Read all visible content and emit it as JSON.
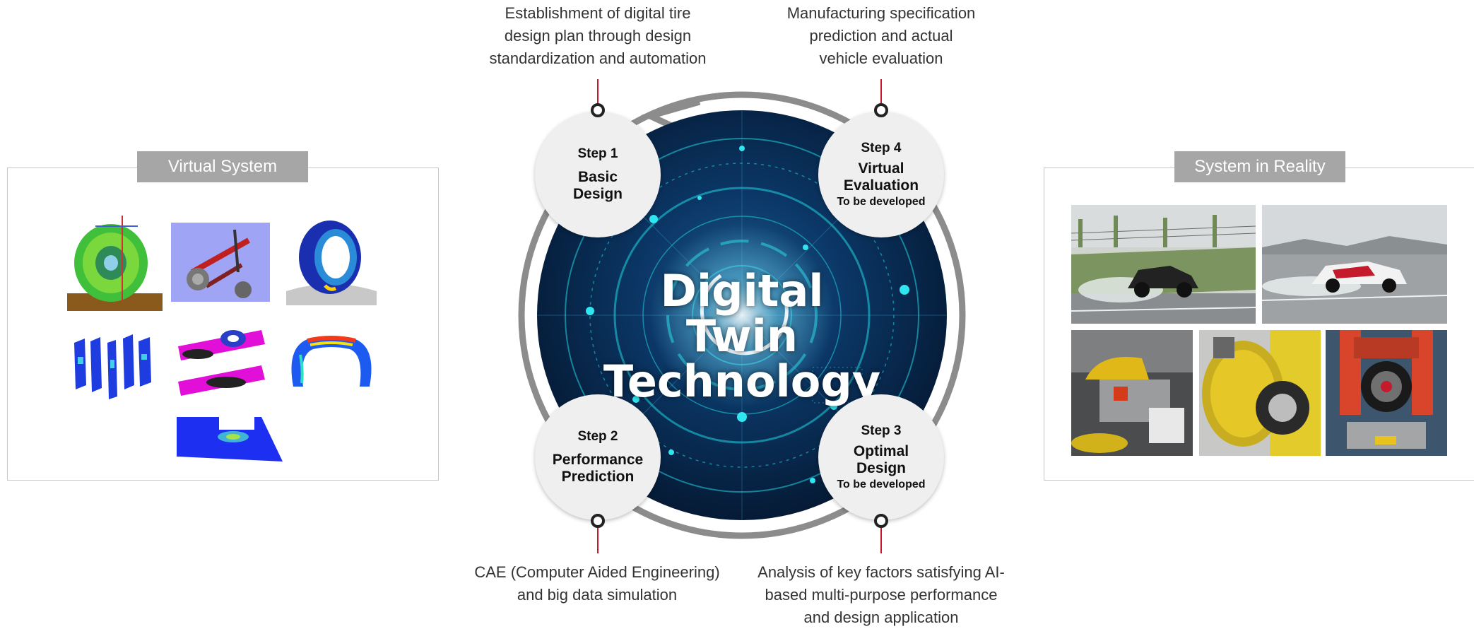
{
  "left_panel": {
    "title": "Virtual System"
  },
  "right_panel": {
    "title": "System in Reality"
  },
  "hub": {
    "title": "Digital Twin\nTechnology"
  },
  "steps": [
    {
      "num": "Step 1",
      "name": "Basic\nDesign",
      "sub": ""
    },
    {
      "num": "Step 2",
      "name": "Performance\nPrediction",
      "sub": ""
    },
    {
      "num": "Step 3",
      "name": "Optimal\nDesign",
      "sub": "To be developed"
    },
    {
      "num": "Step 4",
      "name": "Virtual\nEvaluation",
      "sub": "To be developed"
    }
  ],
  "captions": {
    "step1": "Establishment of digital tire\ndesign plan through design\nstandardization and automation",
    "step4": "Manufacturing specification\nprediction and actual\nvehicle evaluation",
    "step2": "CAE (Computer Aided Engineering)\nand big data simulation",
    "step3": "Analysis of key factors satisfying AI-\nbased multi-purpose performance\nand design application"
  },
  "colors": {
    "accent_pin": "#c41a2b",
    "ring": "#8c8c8c",
    "hub_dark": "#06203f",
    "hub_glow": "#1fd4e0",
    "title_bg": "#a6a6a6"
  }
}
